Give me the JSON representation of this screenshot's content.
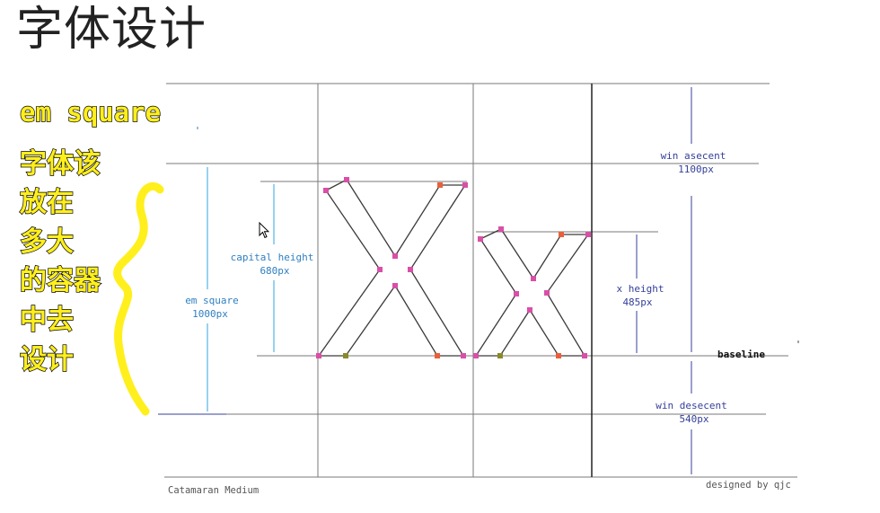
{
  "title": "字体设计",
  "annotation": {
    "english": "em square",
    "chinese_lines": [
      "字体该",
      "放在",
      "多大",
      "的容器",
      "中去",
      "设计"
    ]
  },
  "glyphs": [
    "X",
    "x"
  ],
  "metrics": {
    "em_square": {
      "name": "em square",
      "value": "1000px"
    },
    "capital_height": {
      "name": "capital height",
      "value": "680px"
    },
    "x_height": {
      "name": "x height",
      "value": "485px"
    },
    "win_ascent": {
      "name": "win asecent",
      "value": "1100px"
    },
    "win_descent": {
      "name": "win desecent",
      "value": "540px"
    },
    "baseline": "baseline"
  },
  "font_name": "Catamaran Medium",
  "credit": "designed by qjc",
  "colors": {
    "annotation_yellow": "#ffef1c",
    "metric_blue": "#2f7fc1",
    "metric_navy": "#35409a",
    "node_pink": "#d94fa8",
    "node_orange": "#e8603a",
    "guide_gray": "#6f6f6f"
  }
}
